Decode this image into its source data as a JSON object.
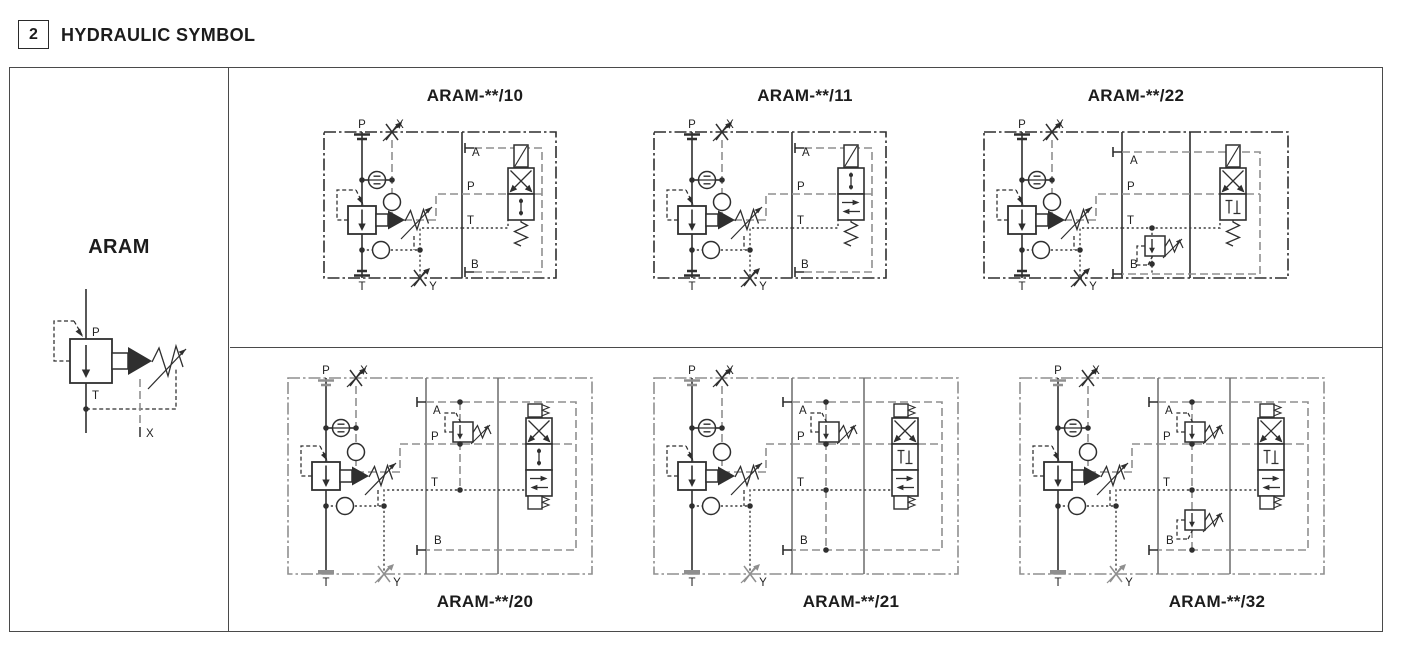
{
  "header": {
    "number": "2",
    "title": "HYDRAULIC SYMBOL"
  },
  "reference": {
    "title": "ARAM",
    "labels": {
      "p": "P",
      "t": "T",
      "x": "X"
    }
  },
  "diagrams": {
    "d10": {
      "title": "ARAM-**/10",
      "ports": {
        "p": "P",
        "x": "X",
        "t": "T",
        "y": "Y",
        "a": "A",
        "pp": "P",
        "tt": "T",
        "b": "B"
      }
    },
    "d11": {
      "title": "ARAM-**/11",
      "ports": {
        "p": "P",
        "x": "X",
        "t": "T",
        "y": "Y",
        "a": "A",
        "pp": "P",
        "tt": "T",
        "b": "B"
      }
    },
    "d22": {
      "title": "ARAM-**/22",
      "ports": {
        "p": "P",
        "x": "X",
        "t": "T",
        "y": "Y",
        "a": "A",
        "pp": "P",
        "tt": "T",
        "b": "B"
      }
    },
    "d20": {
      "title": "ARAM-**/20",
      "ports": {
        "p": "P",
        "x": "X",
        "t": "T",
        "y": "Y",
        "a": "A",
        "pp": "P",
        "tt": "T",
        "b": "B"
      }
    },
    "d21": {
      "title": "ARAM-**/21",
      "ports": {
        "p": "P",
        "x": "X",
        "t": "T",
        "y": "Y",
        "a": "A",
        "pp": "P",
        "tt": "T",
        "b": "B"
      }
    },
    "d32": {
      "title": "ARAM-**/32",
      "ports": {
        "p": "P",
        "x": "X",
        "t": "T",
        "y": "Y",
        "a": "A",
        "pp": "P",
        "tt": "T",
        "b": "B"
      }
    }
  },
  "colors": {
    "line": "#2f2f2f",
    "muted": "#8f8f8f",
    "table_border": "#4a4a4a"
  }
}
